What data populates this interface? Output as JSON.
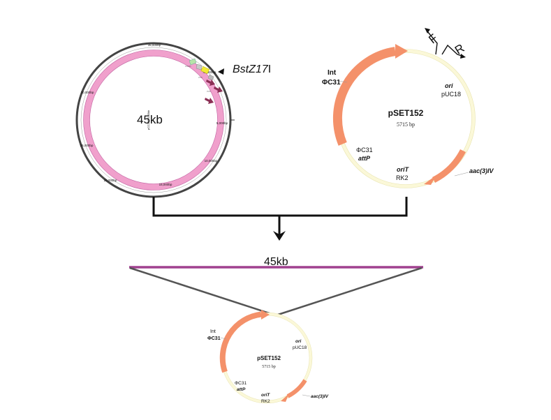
{
  "colors": {
    "pink_ring": "#f0a0cc",
    "pink_ring_edge": "#c060a0",
    "plasmid_backbone": "#fbf8d8",
    "plasmid_backbone_edge": "#e8e4b0",
    "feature_orange": "#f4916a",
    "dna_bar": "#a0418f",
    "maroon_arrow": "#8b2f55",
    "outer_ring": "#444444"
  },
  "cosmid": {
    "size_label": "45kb",
    "site_label_italic": "BstZ17",
    "site_label_suffix": "I",
    "ring_ticks": [
      "35,000bp",
      "40,000bp",
      "5,000bp",
      "10,000bp",
      "15,000bp",
      "20,000bp",
      "25,000bp",
      "30,000bp"
    ],
    "inner_caption": "pCC2FOS-45kb"
  },
  "pset152_large": {
    "name": "pSET152",
    "size": "5715 bp",
    "int_line1": "Int",
    "int_line2": "ΦC31",
    "ori_line1": "ori",
    "ori_line2": "pUC18",
    "attp_line1": "ΦC31",
    "attp_line2": "attP",
    "orit_line1": "oriT",
    "orit_line2": "RK2",
    "aac_label": "aac(3)IV",
    "primer_f": "F",
    "primer_r": "R"
  },
  "insert": {
    "size_label": "45kb"
  },
  "pset152_small": {
    "name": "pSET152",
    "size": "5715 bp",
    "int_line1": "Int",
    "int_line2": "ΦC31",
    "ori_line1": "ori",
    "ori_line2": "pUC18",
    "attp_line1": "ΦC31",
    "attp_line2": "attP",
    "orit_line1": "oriT",
    "orit_line2": "RK2",
    "aac_label": "aac(3)IV"
  }
}
